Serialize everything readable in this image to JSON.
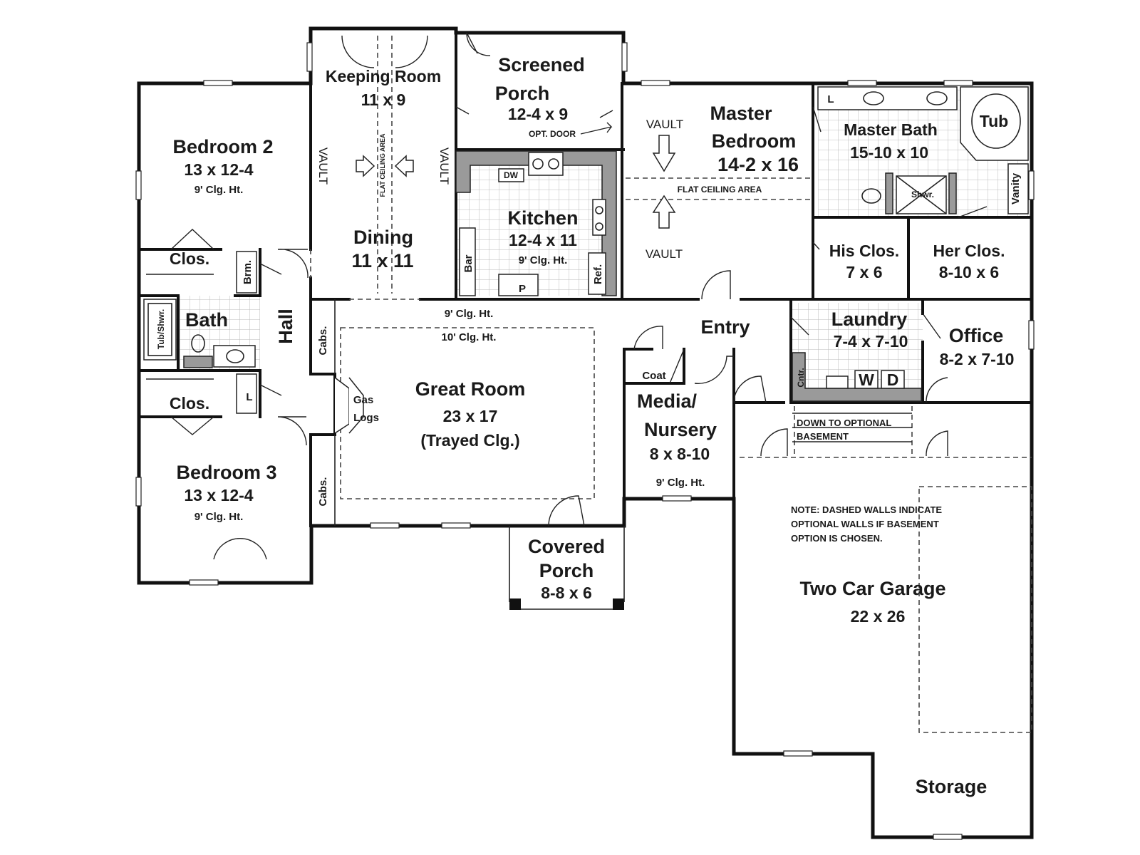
{
  "rooms": {
    "keeping": {
      "name": "Keeping Room",
      "size": "11 x 9"
    },
    "screened_porch": {
      "name_l1": "Screened",
      "name_l2": "Porch",
      "size": "12-4 x 9",
      "note": "OPT. DOOR"
    },
    "master_bedroom": {
      "name_l1": "Master",
      "name_l2": "Bedroom",
      "size": "14-2 x 16"
    },
    "master_bath": {
      "name": "Master Bath",
      "size": "15-10 x 10",
      "tub": "Tub",
      "shower": "Shwr.",
      "vanity": "Vanity",
      "toilet": "L"
    },
    "bedroom2": {
      "name": "Bedroom 2",
      "size": "13 x 12-4",
      "ceiling": "9' Clg. Ht."
    },
    "bedroom3": {
      "name": "Bedroom 3",
      "size": "13 x 12-4",
      "ceiling": "9' Clg. Ht."
    },
    "dining": {
      "name": "Dining",
      "size": "11 x 11"
    },
    "kitchen": {
      "name": "Kitchen",
      "size": "12-4 x 11",
      "ceiling": "9' Clg. Ht.",
      "dw": "DW",
      "bar": "Bar",
      "pantry": "P",
      "ref": "Ref."
    },
    "his_closet": {
      "name": "His Clos.",
      "size": "7 x 6"
    },
    "her_closet": {
      "name": "Her Clos.",
      "size": "8-10 x 6"
    },
    "closet_top": {
      "name": "Clos."
    },
    "closet_bottom": {
      "name": "Clos."
    },
    "broom": {
      "name": "Brm."
    },
    "linen": {
      "name": "L"
    },
    "bath": {
      "name": "Bath",
      "tub": "Tub/Shwr."
    },
    "hall": {
      "name": "Hall"
    },
    "great_room": {
      "name": "Great Room",
      "size": "23 x 17",
      "ceiling": "(Trayed Clg.)",
      "ceiling_9": "9' Clg. Ht.",
      "ceiling_10": "10' Clg. Ht.",
      "cabs_top": "Cabs.",
      "cabs_bottom": "Cabs.",
      "gas_l1": "Gas",
      "gas_l2": "Logs"
    },
    "entry": {
      "name": "Entry",
      "coat": "Coat"
    },
    "media": {
      "name_l1": "Media/",
      "name_l2": "Nursery",
      "size": "8 x 8-10",
      "ceiling": "9' Clg. Ht."
    },
    "laundry": {
      "name": "Laundry",
      "size": "7-4 x 7-10",
      "w": "W",
      "d": "D",
      "cntr": "Cntr."
    },
    "office": {
      "name": "Office",
      "size": "8-2 x 7-10"
    },
    "covered_porch": {
      "name_l1": "Covered",
      "name_l2": "Porch",
      "size": "8-8 x 6"
    },
    "garage": {
      "name": "Two Car Garage",
      "size": "22 x 26"
    },
    "storage": {
      "name": "Storage"
    }
  },
  "labels": {
    "vault_left": "VAULT",
    "vault_right": "VAULT",
    "flat_ceiling_dining": "FLAT CEILING AREA",
    "vault_master_top": "VAULT",
    "vault_master_bottom": "VAULT",
    "flat_ceiling_master": "FLAT CEILING AREA",
    "basement_l1": "DOWN TO OPTIONAL",
    "basement_l2": "BASEMENT",
    "note_l1": "NOTE: DASHED WALLS INDICATE",
    "note_l2": "OPTIONAL WALLS IF BASEMENT",
    "note_l3": "OPTION IS CHOSEN."
  }
}
